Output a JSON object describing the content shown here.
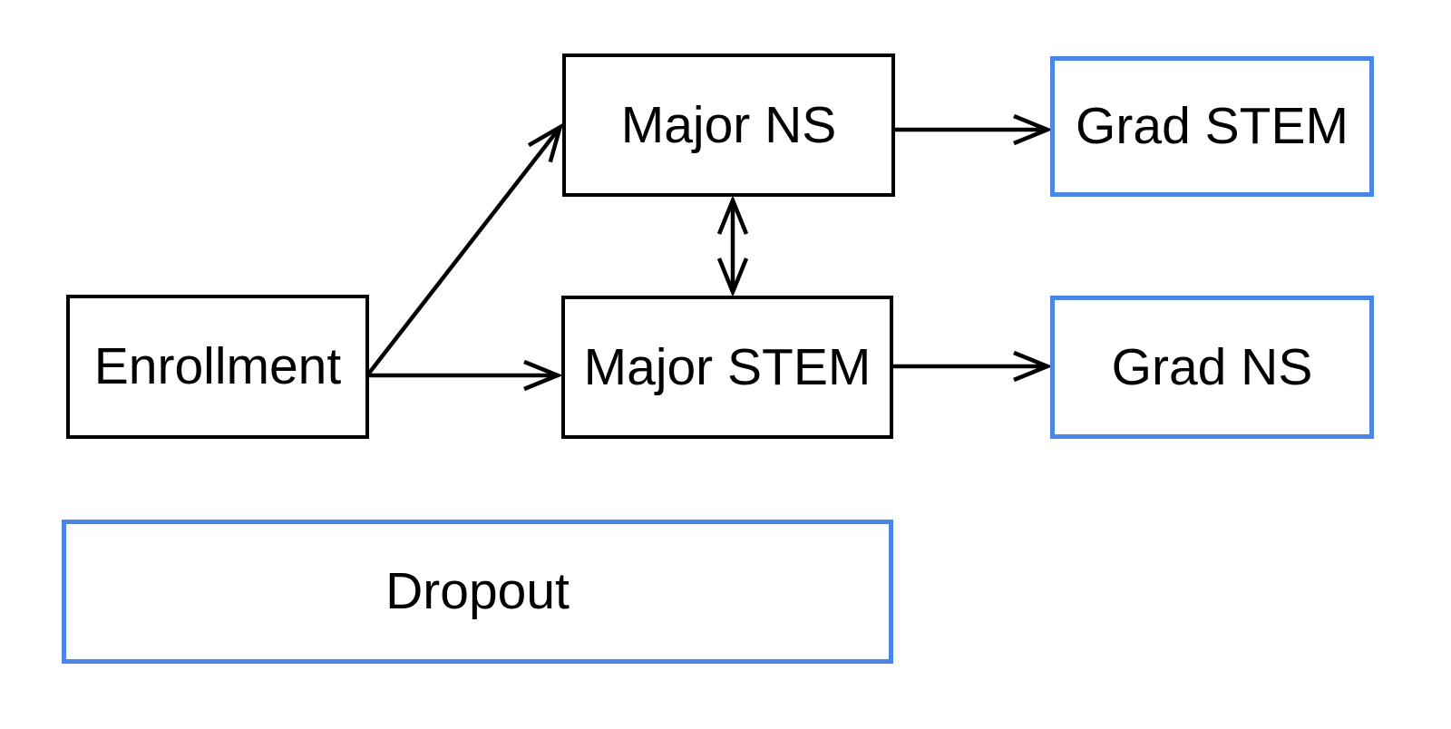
{
  "diagram": {
    "background_color": "#ffffff",
    "colors": {
      "black_box_border": "#000000",
      "blue_box_border": "#4a86e8",
      "arrow": "#000000",
      "text": "#000000"
    },
    "nodes": [
      {
        "id": "enrollment",
        "label": "Enrollment",
        "border_color": "#000000"
      },
      {
        "id": "major-ns",
        "label": "Major NS",
        "border_color": "#000000"
      },
      {
        "id": "major-stem",
        "label": "Major STEM",
        "border_color": "#000000"
      },
      {
        "id": "grad-stem",
        "label": "Grad STEM",
        "border_color": "#4a86e8"
      },
      {
        "id": "grad-ns",
        "label": "Grad NS",
        "border_color": "#4a86e8"
      },
      {
        "id": "dropout",
        "label": "Dropout",
        "border_color": "#4a86e8"
      }
    ],
    "edges": [
      {
        "from": "enrollment",
        "to": "major-ns",
        "style": "single-arrow"
      },
      {
        "from": "enrollment",
        "to": "major-stem",
        "style": "single-arrow"
      },
      {
        "from": "major-ns",
        "to": "grad-stem",
        "style": "single-arrow"
      },
      {
        "from": "major-stem",
        "to": "grad-ns",
        "style": "single-arrow"
      },
      {
        "from": "major-ns",
        "to": "major-stem",
        "style": "double-arrow"
      }
    ]
  }
}
